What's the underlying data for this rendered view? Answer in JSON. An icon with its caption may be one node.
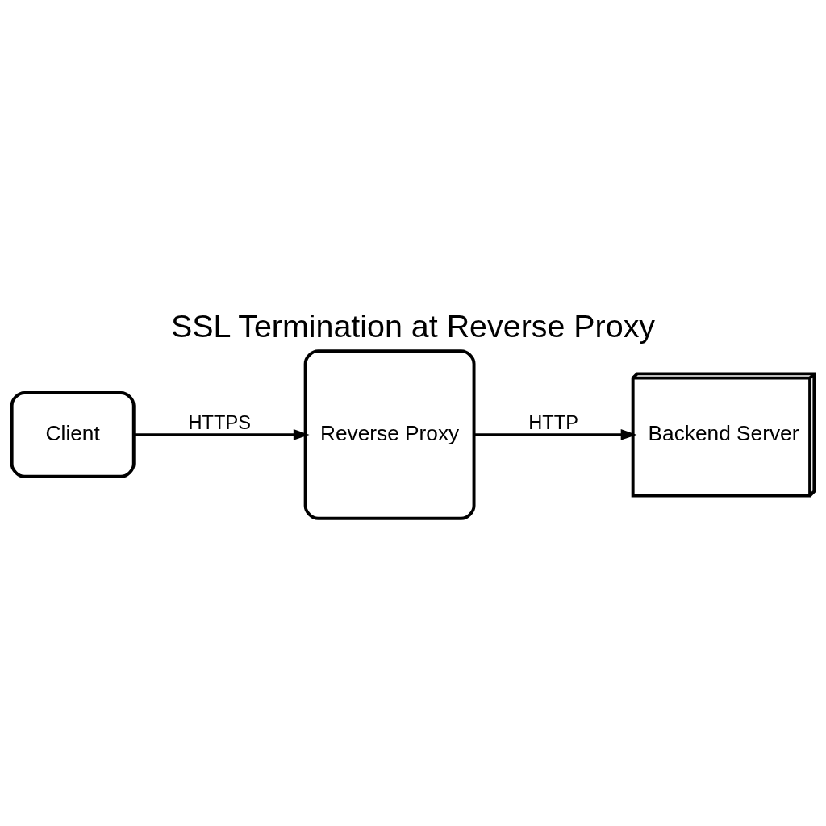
{
  "diagram": {
    "title": "SSL Termination at Reverse Proxy",
    "nodes": [
      {
        "text": [
          "Client"
        ]
      },
      {
        "text": [
          "Reverse Proxy"
        ]
      },
      {
        "text": [
          "Backend Server"
        ]
      }
    ],
    "edges": [
      {
        "from": 0,
        "to": 1,
        "label": "HTTPS",
        "arrow": "to"
      },
      {
        "from": 1,
        "to": 2,
        "label": "HTTP",
        "arrow": "to"
      }
    ]
  }
}
